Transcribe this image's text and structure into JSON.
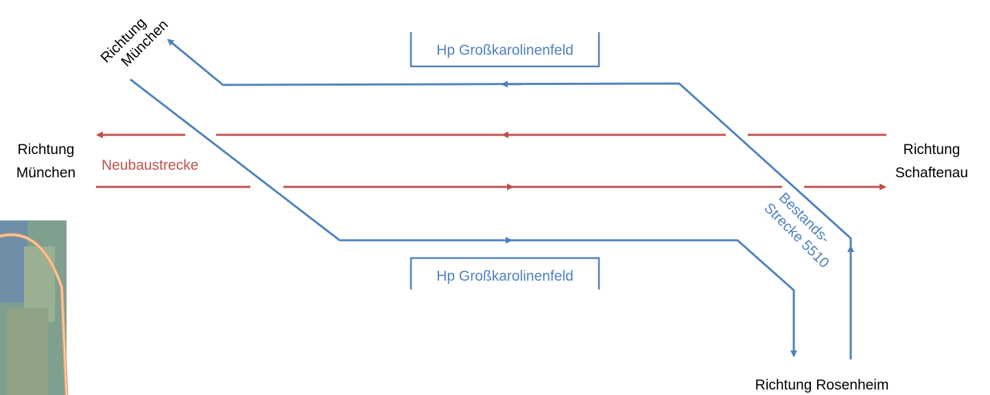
{
  "labels": {
    "munich_top_line1": "Richtung",
    "munich_top_line2": "München",
    "munich_left_line1": "Richtung",
    "munich_left_line2": "München",
    "schaftenau_line1": "Richtung",
    "schaftenau_line2": "Schaftenau",
    "rosenheim": "Richtung Rosenheim",
    "neubaustrecke": "Neubaustrecke",
    "station_top": "Hp Großkarolinenfeld",
    "station_bottom": "Hp Großkarolinenfeld",
    "bestand_line1": "Bestands-",
    "bestand_line2": "Strecke 5510"
  },
  "colors": {
    "existing_line": "#4f81bd",
    "new_line": "#c0504d",
    "text": "#000000"
  }
}
